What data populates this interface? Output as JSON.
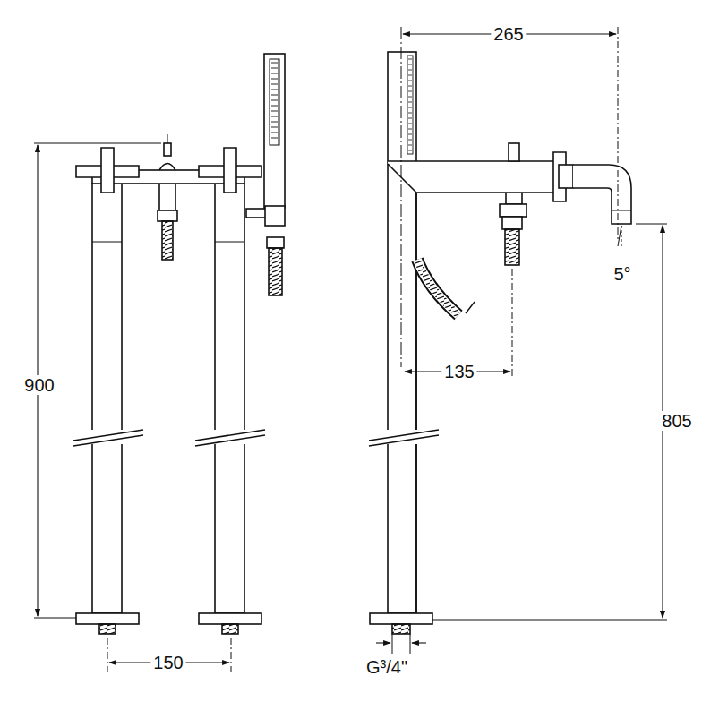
{
  "diagram": {
    "labels": [
      "900",
      "150",
      "265",
      "135",
      "805",
      "5°",
      "G³/4\""
    ]
  }
}
